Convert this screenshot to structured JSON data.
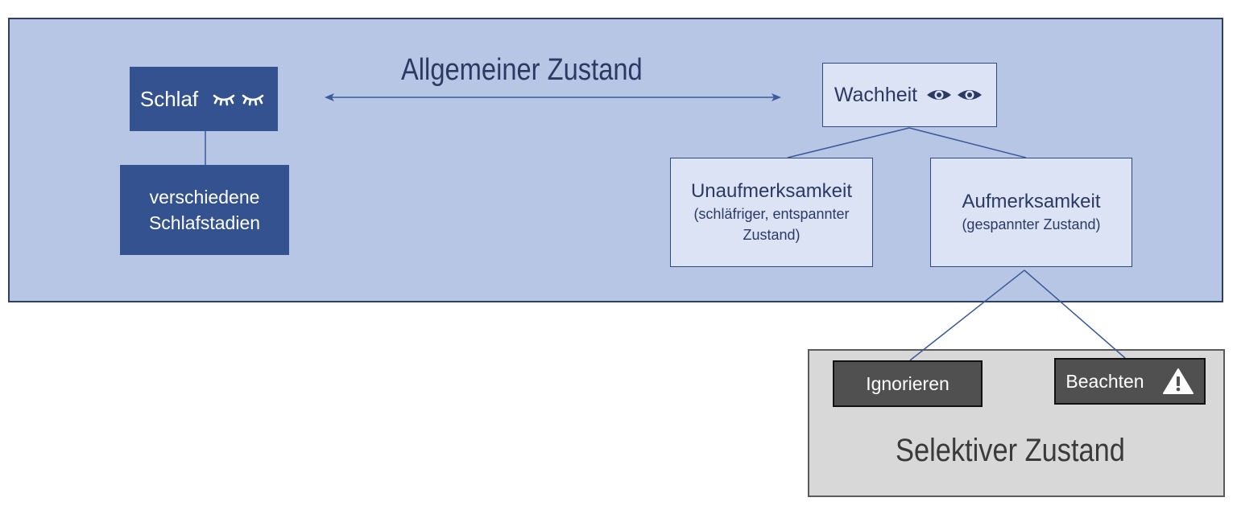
{
  "general_state": {
    "title": "Allgemeiner Zustand"
  },
  "sleep": {
    "label": "Schlaf",
    "icon": "closed-eyes-icon",
    "stages_line1": "verschiedene",
    "stages_line2": "Schlafstadien"
  },
  "wakefulness": {
    "label": "Wachheit",
    "icon": "open-eyes-icon",
    "inattention": {
      "label": "Unaufmerksamkeit",
      "desc_line1": "(schläfriger, entspannter",
      "desc_line2": "Zustand)"
    },
    "attention": {
      "label": "Aufmerksamkeit",
      "desc": "(gespannter Zustand)"
    }
  },
  "selective_state": {
    "title": "Selektiver Zustand",
    "ignore": {
      "label": "Ignorieren"
    },
    "attend": {
      "label": "Beachten",
      "icon": "warning-icon"
    }
  },
  "colors": {
    "general_panel": "#b8c6e5",
    "selective_panel": "#d8d8d8",
    "dark_box": "#34528f",
    "light_box": "#dbe3f4",
    "gray_box": "#505050",
    "line": "#3a5a9a"
  }
}
